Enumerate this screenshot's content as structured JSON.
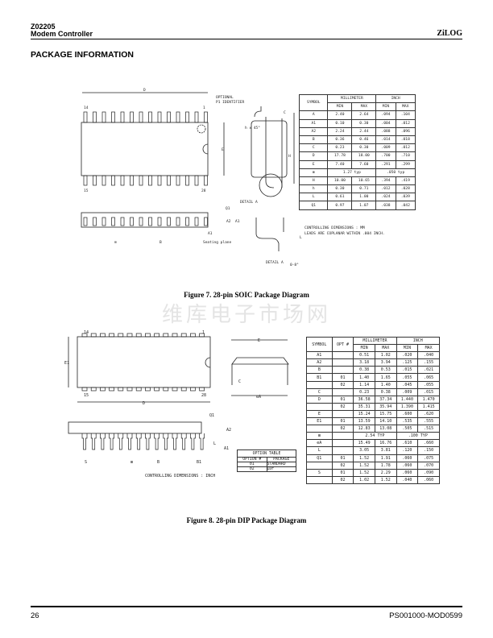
{
  "header": {
    "doc_id": "Z02205",
    "subtitle": "Modem Controller",
    "brand": "ZiLOG"
  },
  "section_title": "PACKAGE INFORMATION",
  "watermark": "维库电子市场网",
  "figure7": {
    "caption": "Figure 7.  28-pin SOIC Package Diagram",
    "labels": {
      "D": "D",
      "optional": "OPTIONAL",
      "p1": "P1 IDENTIFIER",
      "pin14": "14",
      "pin1": "1",
      "pin15": "15",
      "pin28": "28",
      "E": "E",
      "C": "C",
      "H": "H",
      "h45": "h x 45°",
      "detail": "DETAIL A",
      "Q1": "Q1",
      "A2": "A2",
      "A1": "A1",
      "A1b": "A1",
      "e": "⊞",
      "B": "B",
      "seating": "Seating plane",
      "L": "L",
      "angle": "0-8°"
    },
    "table": {
      "head1": [
        "SYMBOL",
        "MILLIMETER",
        "INCH"
      ],
      "head2": [
        "MIN",
        "MAX",
        "MIN",
        "MAX"
      ],
      "rows": [
        [
          "A",
          "2.40",
          "2.64",
          ".094",
          ".104"
        ],
        [
          "A1",
          "0.10",
          "0.30",
          ".004",
          ".012"
        ],
        [
          "A2",
          "2.24",
          "2.44",
          ".088",
          ".096"
        ],
        [
          "B",
          "0.36",
          "0.46",
          ".014",
          ".018"
        ],
        [
          "C",
          "0.23",
          "0.30",
          ".009",
          ".012"
        ],
        [
          "D",
          "17.78",
          "18.00",
          ".700",
          ".710"
        ],
        [
          "E",
          "7.40",
          "7.60",
          ".291",
          ".299"
        ],
        [
          "⊞",
          "1.27 typ",
          null,
          ".050 typ",
          null
        ],
        [
          "H",
          "10.00",
          "10.65",
          ".394",
          ".419"
        ],
        [
          "h",
          "0.30",
          "0.71",
          ".012",
          ".028"
        ],
        [
          "L",
          "0.61",
          "1.00",
          ".024",
          ".039"
        ],
        [
          "Q1",
          "0.97",
          "1.07",
          ".038",
          ".042"
        ]
      ]
    },
    "notes": [
      "CONTROLLING DIMENSIONS : MM",
      "LEADS ARE COPLANAR WITHIN .004 INCH."
    ]
  },
  "figure8": {
    "caption": "Figure 8.  28-pin DIP Package Diagram",
    "labels": {
      "pin14": "14",
      "pin1": "1",
      "pin15": "15",
      "pin28": "28",
      "E1": "E1",
      "D": "D",
      "E": "E",
      "C": "C",
      "eA": "eA",
      "Q1": "Q1",
      "A2": "A2",
      "A1": "A1",
      "L": "L",
      "S": "S",
      "e": "⊞",
      "B": "B",
      "B1": "B1"
    },
    "controlling": "CONTROLLING DIMENSIONS : INCH",
    "option_table": {
      "title": "OPTION TABLE",
      "head": [
        "OPTION #",
        "PACKAGE"
      ],
      "rows": [
        [
          "01",
          "STANDARD"
        ],
        [
          "02",
          "IDF"
        ]
      ]
    },
    "table": {
      "head1": [
        "SYMBOL",
        "OPT #",
        "MILLIMETER",
        "INCH"
      ],
      "head2": [
        "MIN",
        "MAX",
        "MIN",
        "MAX"
      ],
      "rows": [
        [
          "A1",
          "",
          "0.51",
          "1.02",
          ".020",
          ".040"
        ],
        [
          "A2",
          "",
          "3.18",
          "3.94",
          ".125",
          ".155"
        ],
        [
          "B",
          "",
          "0.38",
          "0.53",
          ".015",
          ".021"
        ],
        [
          "B1",
          "01",
          "1.40",
          "1.65",
          ".055",
          ".065"
        ],
        [
          "",
          "02",
          "1.14",
          "1.40",
          ".045",
          ".055"
        ],
        [
          "C",
          "",
          "0.23",
          "0.38",
          ".009",
          ".015"
        ],
        [
          "D",
          "01",
          "36.58",
          "37.34",
          "1.440",
          "1.470"
        ],
        [
          "",
          "02",
          "35.31",
          "35.94",
          "1.390",
          "1.415"
        ],
        [
          "E",
          "",
          "15.24",
          "15.75",
          ".600",
          ".620"
        ],
        [
          "E1",
          "01",
          "13.59",
          "14.10",
          ".535",
          ".555"
        ],
        [
          "",
          "02",
          "12.83",
          "13.08",
          ".505",
          ".515"
        ],
        [
          "⊞",
          "",
          "2.54 TYP",
          null,
          ".100 TYP",
          null
        ],
        [
          "eA",
          "",
          "15.49",
          "16.76",
          ".610",
          ".660"
        ],
        [
          "L",
          "",
          "3.05",
          "3.81",
          ".120",
          ".150"
        ],
        [
          "Q1",
          "01",
          "1.52",
          "1.91",
          ".060",
          ".075"
        ],
        [
          "",
          "02",
          "1.52",
          "1.78",
          ".060",
          ".070"
        ],
        [
          "S",
          "01",
          "1.52",
          "2.29",
          ".060",
          ".090"
        ],
        [
          "",
          "02",
          "1.02",
          "1.52",
          ".040",
          ".060"
        ]
      ]
    }
  },
  "footer": {
    "page": "26",
    "doc_code": "PS001000-MOD0599"
  }
}
